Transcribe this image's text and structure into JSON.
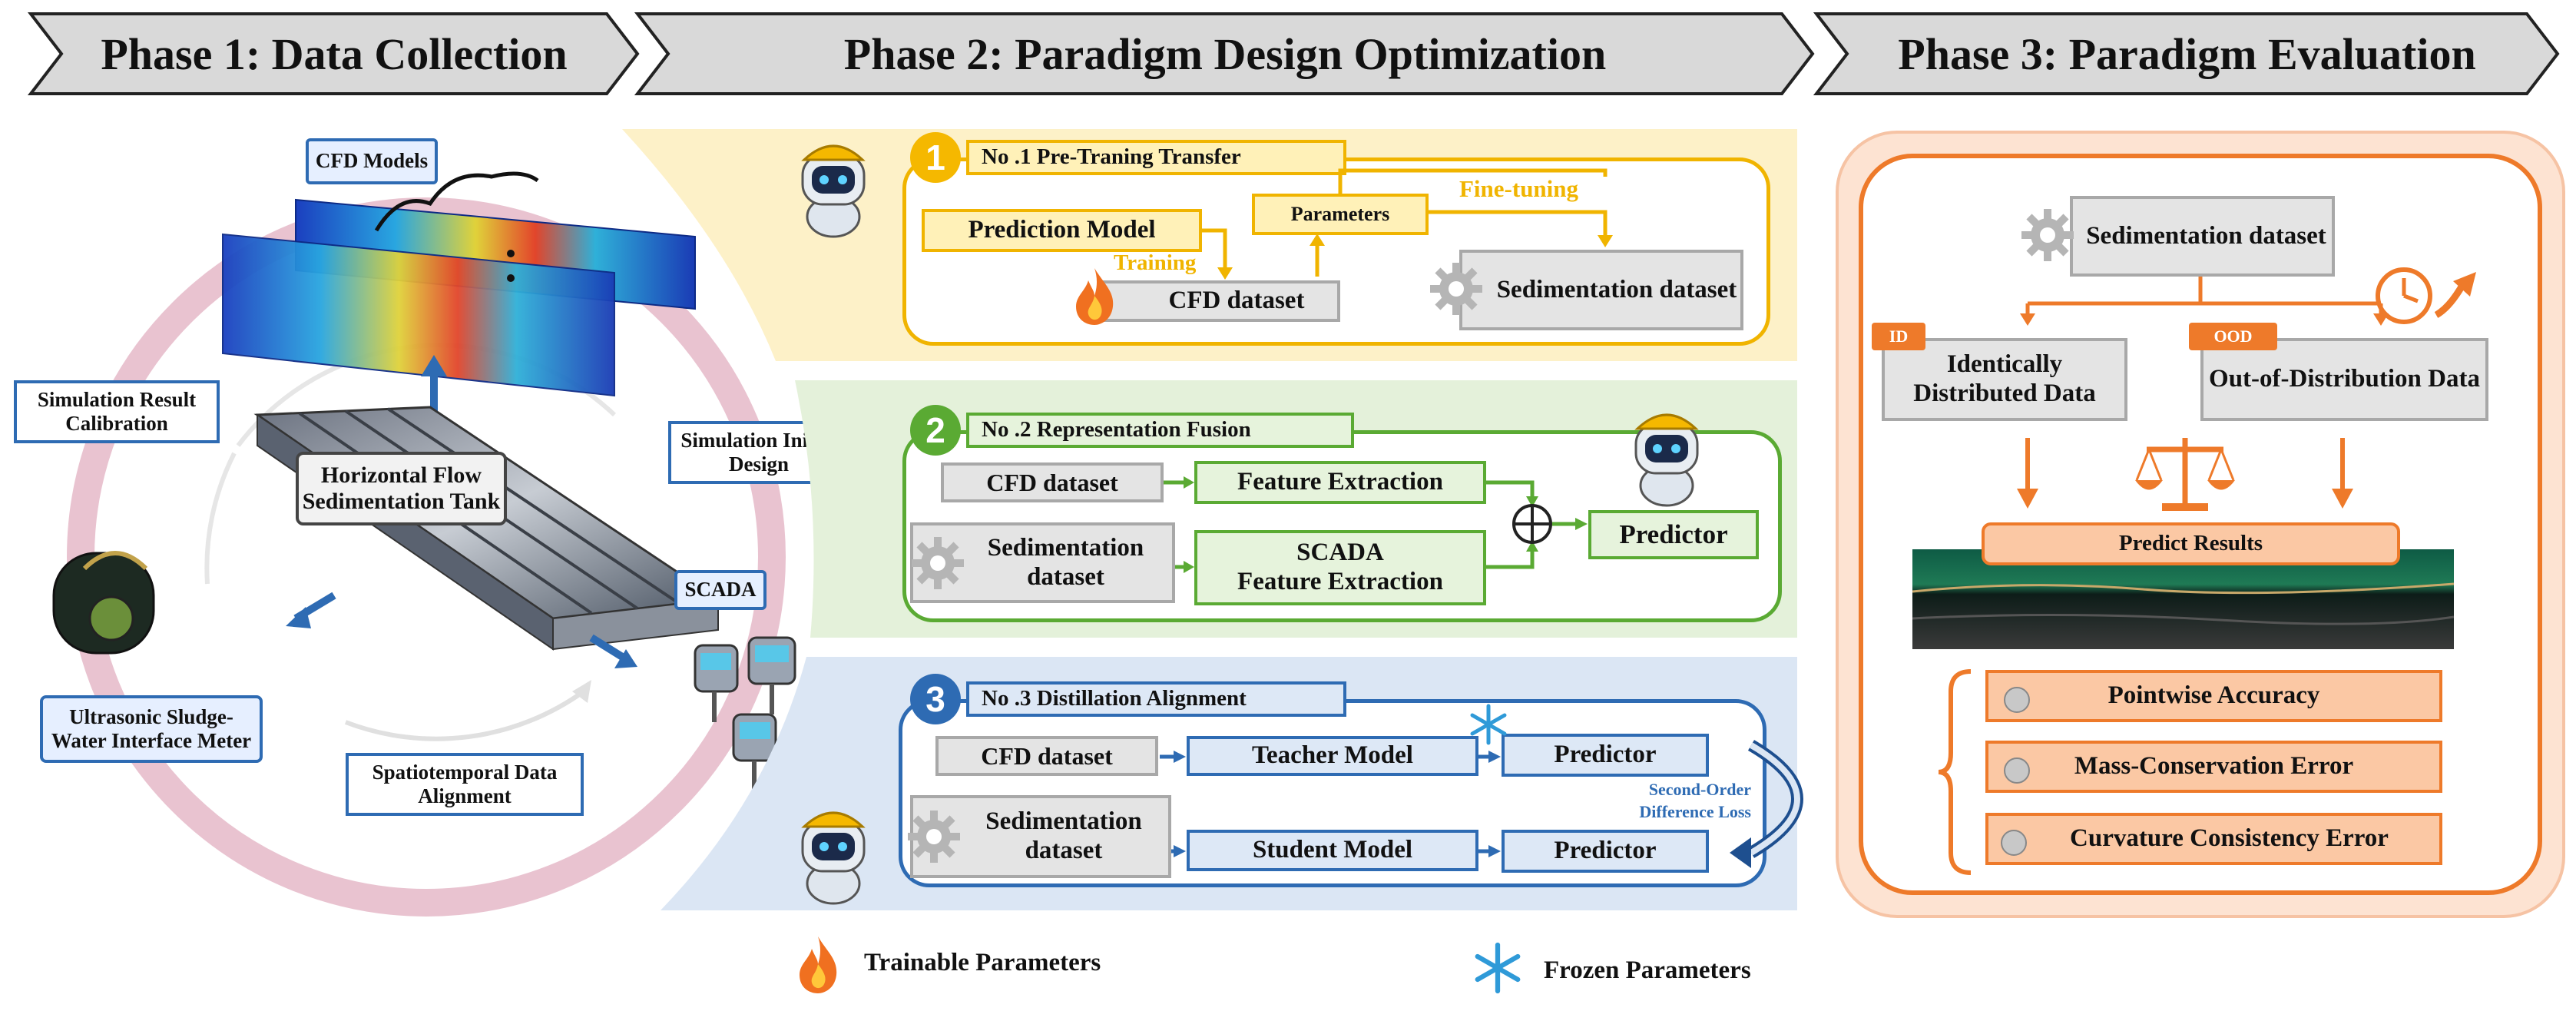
{
  "phases": [
    {
      "title": "Phase 1: Data Collection"
    },
    {
      "title": "Phase 2: Paradigm Design Optimization"
    },
    {
      "title": "Phase 3: Paradigm Evaluation"
    }
  ],
  "phase1": {
    "cfd_models": "CFD Models",
    "tank": "Horizontal Flow Sedimentation Tank",
    "calibration": "Simulation Result Calibration",
    "initial_design": "Simulation Initial Design",
    "scada": "SCADA",
    "meter": "Ultrasonic Sludge-Water Interface Meter",
    "alignment": "Spatiotemporal Data Alignment"
  },
  "phase2": {
    "block1": {
      "num": "1",
      "title": "No .1  Pre-Traning Transfer",
      "prediction_model": "Prediction Model",
      "training": "Training",
      "parameters": "Parameters",
      "fine_tuning": "Fine-tuning",
      "cfd_dataset": "CFD dataset",
      "sed_dataset": "Sedimentation dataset"
    },
    "block2": {
      "num": "2",
      "title": "No .2  Representation Fusion",
      "cfd_dataset": "CFD dataset",
      "feature_extraction": "Feature Extraction",
      "sed_dataset": "Sedimentation dataset",
      "scada_fe_line1": "SCADA",
      "scada_fe_line2": "Feature Extraction",
      "predictor": "Predictor"
    },
    "block3": {
      "num": "3",
      "title": "No .3 Distillation Alignment",
      "cfd_dataset": "CFD dataset",
      "teacher": "Teacher Model",
      "predictor1": "Predictor",
      "sed_dataset": "Sedimentation dataset",
      "student": "Student Model",
      "predictor2": "Predictor",
      "loss": "Second-Order Difference Loss"
    }
  },
  "phase3": {
    "sed_dataset": "Sedimentation dataset",
    "id_tag": "ID",
    "ood_tag": "OOD",
    "id_data": "Identically Distributed Data",
    "ood_data": "Out-of-Distribution Data",
    "predict_results": "Predict Results",
    "metrics": [
      "Pointwise Accuracy",
      "Mass-Conservation Error",
      "Curvature Consistency Error"
    ]
  },
  "legend": {
    "trainable": "Trainable Parameters",
    "frozen": "Frozen Parameters"
  },
  "colors": {
    "phase_header": "#d9d9d9",
    "yellow_accent": "#f5b800",
    "green_accent": "#5aaa33",
    "blue_accent": "#2e6bb3",
    "orange_accent": "#ee7a2a",
    "ring": "#e9c3d0"
  }
}
